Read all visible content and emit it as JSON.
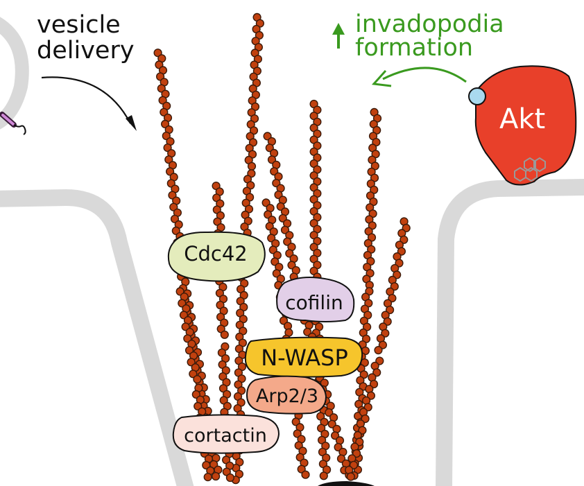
{
  "labels": {
    "vesicle_line1": "vesicle",
    "vesicle_line2": "delivery",
    "invado_line1": "invadopodia",
    "invado_line2": "formation",
    "akt": "Akt",
    "cdc42": "Cdc42",
    "cofilin": "cofilin",
    "nwasp": "N-WASP",
    "arp": "Arp2/3",
    "cortactin": "cortactin"
  },
  "colors": {
    "membrane": "#d9d9d9",
    "actin_bead": "#c1410f",
    "actin_outline": "#3a1a0a",
    "akt": "#e8402a",
    "pip_head": "#a9d9ee",
    "invado_green": "#3a9a1f",
    "cdc42": "#e4ecbc",
    "cofilin": "#e2cfe8",
    "nwasp": "#f6c52c",
    "arp": "#f4a98a",
    "cortactin": "#fbe1db",
    "text": "#111111",
    "akt_text": "#ffffff"
  }
}
